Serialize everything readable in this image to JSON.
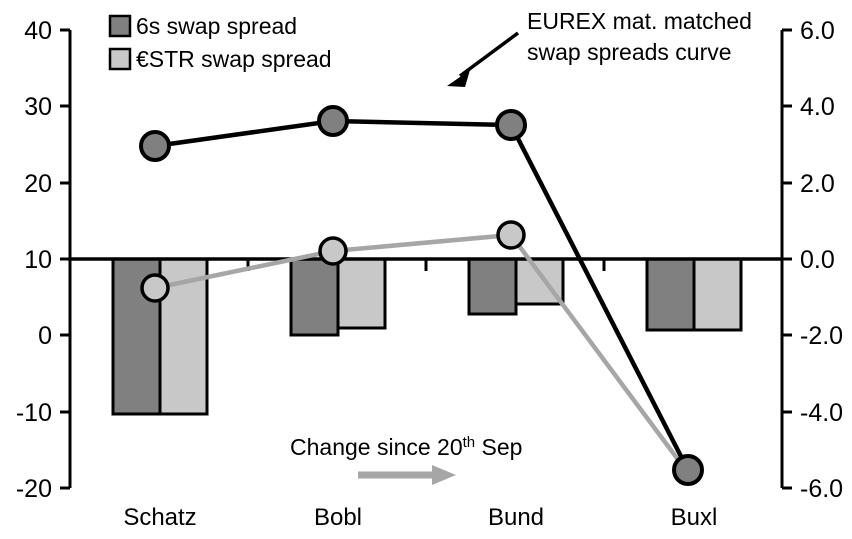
{
  "chart_data": {
    "type": "bar",
    "title": "",
    "categories": [
      "Schatz",
      "Bobl",
      "Bund",
      "Buxl"
    ],
    "xlabel": "",
    "ylabel_left": "",
    "ylabel_right": "",
    "ylim_left": [
      -20,
      40
    ],
    "ylim_right": [
      -6.0,
      6.0
    ],
    "yticks_left": [
      "40",
      "30",
      "20",
      "10",
      "0",
      "-10",
      "-20"
    ],
    "yticks_right": [
      "6.0",
      "4.0",
      "2.0",
      "0.0",
      "-2.0",
      "-4.0",
      "-6.0"
    ],
    "grid": false,
    "legend_position": "top-left",
    "series": [
      {
        "name": "6s swap spread",
        "kind": "bar",
        "axis": "right",
        "color": "#808080",
        "values": [
          -4.06,
          -1.97,
          -1.42,
          -1.85
        ]
      },
      {
        "name": "€STR swap spread",
        "kind": "bar",
        "axis": "right",
        "color": "#c8c8c8",
        "values": [
          -4.06,
          -1.8,
          -1.17,
          -1.8
        ]
      },
      {
        "name": "EUREX mat. matched swap spreads curve",
        "kind": "line",
        "axis": "left",
        "color": "#000000",
        "marker_fill": "#808080",
        "values": [
          24.8,
          28.1,
          27.5,
          -17.6
        ]
      },
      {
        "name": "Change since 20th Sep",
        "kind": "line",
        "axis": "left",
        "color": "#a6a6a6",
        "marker_fill": "#c8c8c8",
        "values": [
          6.1,
          10.6,
          12.7,
          -17.9
        ]
      }
    ]
  },
  "legend": {
    "items": [
      {
        "label": "6s swap spread",
        "color": "#808080"
      },
      {
        "label": "€STR swap spread",
        "color": "#c8c8c8"
      }
    ]
  },
  "annotations": {
    "curve_note_line1": "EUREX mat. matched",
    "curve_note_line2": "swap spreads curve",
    "change_note_prefix": "Change since 20",
    "change_note_sup": "th",
    "change_note_suffix": " Sep"
  },
  "axes": {
    "left_ticks": [
      "40",
      "30",
      "20",
      "10",
      "0",
      "-10",
      "-20"
    ],
    "right_ticks": [
      "6.0",
      "4.0",
      "2.0",
      "0.0",
      "-2.0",
      "-4.0",
      "-6.0"
    ],
    "categories": [
      "Schatz",
      "Bobl",
      "Bund",
      "Buxl"
    ]
  }
}
